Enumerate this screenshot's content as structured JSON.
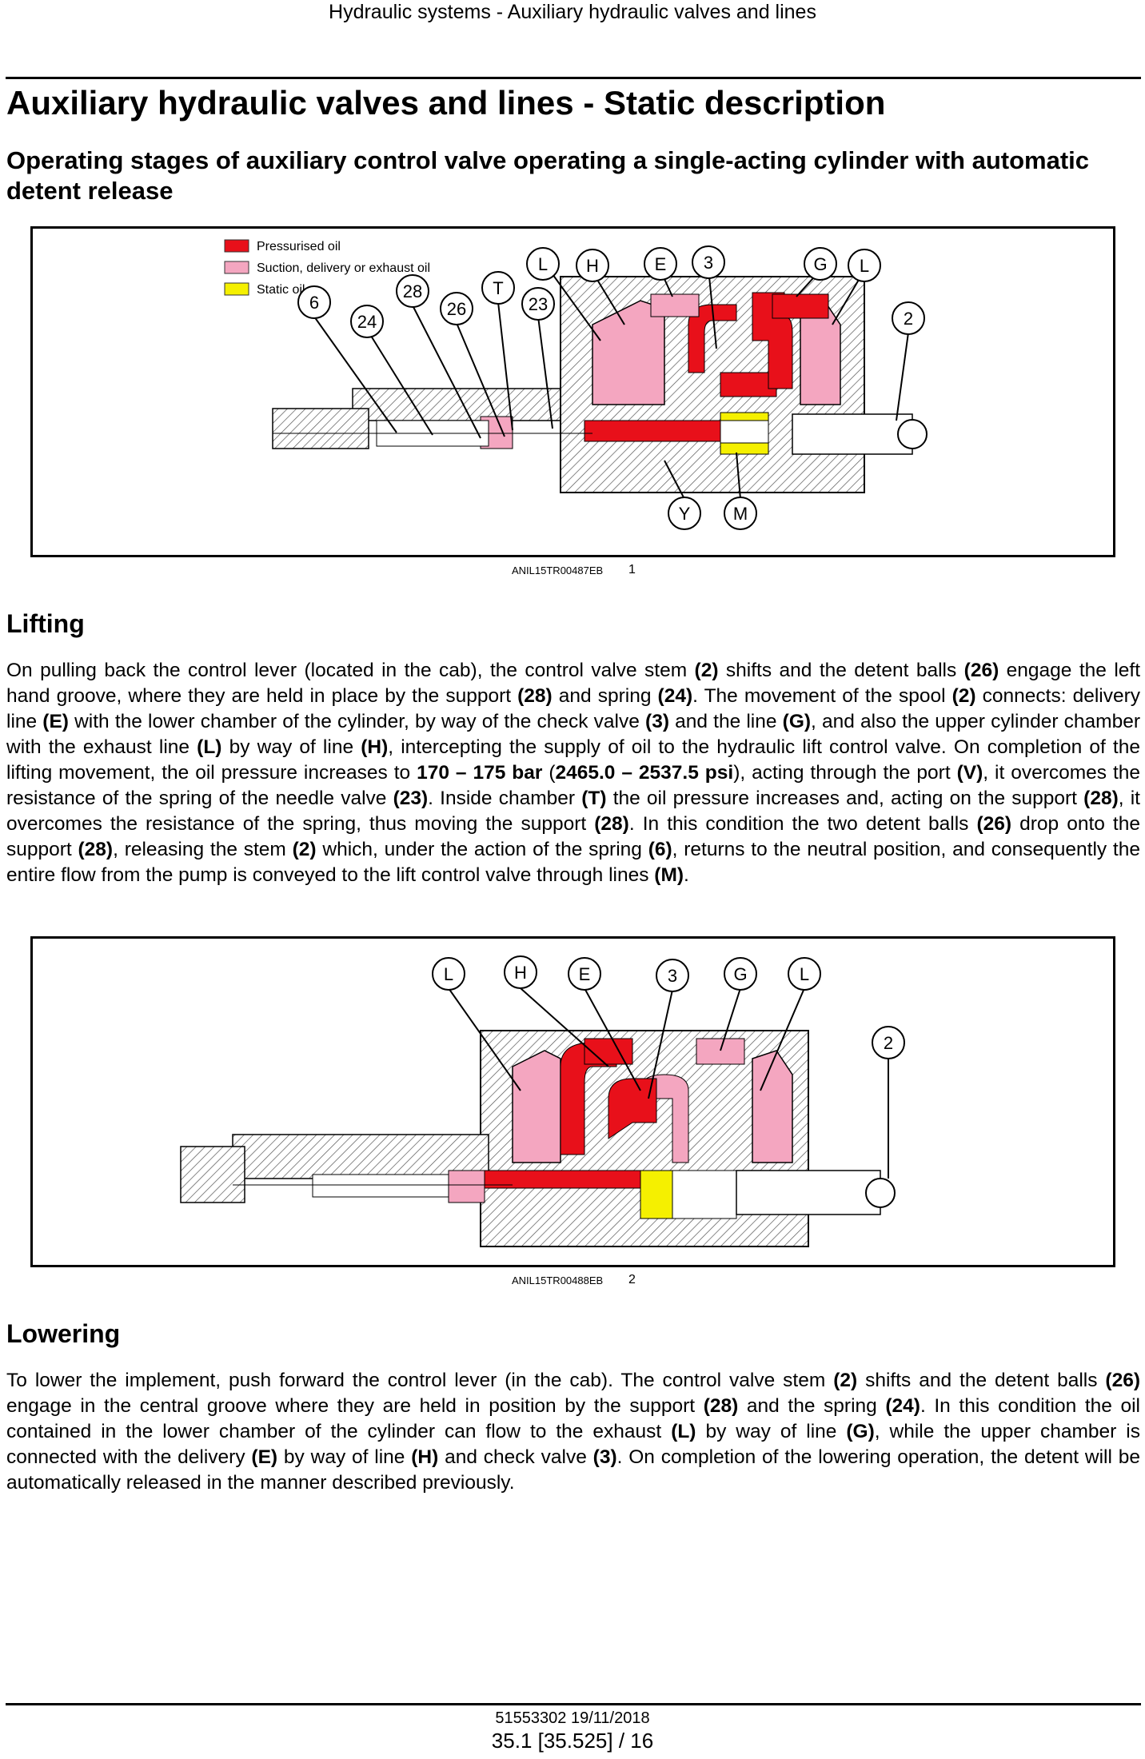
{
  "header": {
    "running_title": "Hydraulic systems - Auxiliary hydraulic valves and lines"
  },
  "page_title": "Auxiliary hydraulic valves and lines - Static description",
  "subtitle": "Operating stages of auxiliary control valve operating a single-acting cylinder with automatic detent release",
  "figure1": {
    "legend": [
      {
        "label": "Pressurised oil",
        "color": "#e8101a"
      },
      {
        "label": "Suction, delivery or exhaust oil",
        "color": "#f4a6c0"
      },
      {
        "label": "Static oil",
        "color": "#f5f000"
      }
    ],
    "callouts": {
      "c6": "6",
      "c24": "24",
      "c28": "28",
      "c26": "26",
      "cT": "T",
      "c23": "23",
      "cL1": "L",
      "cH": "H",
      "cE": "E",
      "c3": "3",
      "cG": "G",
      "cL2": "L",
      "c2": "2",
      "cY": "Y",
      "cM": "M"
    },
    "caption_code": "ANIL15TR00487EB",
    "number": "1"
  },
  "section_lifting": {
    "heading": "Lifting",
    "segments": [
      {
        "t": "On pulling back the control lever (located in the cab), the control valve stem ",
        "b": false
      },
      {
        "t": "(2)",
        "b": true
      },
      {
        "t": " shifts and the detent balls ",
        "b": false
      },
      {
        "t": "(26)",
        "b": true
      },
      {
        "t": " engage the left hand groove, where they are held in place by the support ",
        "b": false
      },
      {
        "t": "(28)",
        "b": true
      },
      {
        "t": " and spring ",
        "b": false
      },
      {
        "t": "(24)",
        "b": true
      },
      {
        "t": ". The movement of the spool ",
        "b": false
      },
      {
        "t": "(2)",
        "b": true
      },
      {
        "t": " connects: delivery line ",
        "b": false
      },
      {
        "t": "(E)",
        "b": true
      },
      {
        "t": " with the lower chamber of the cylinder, by way of the check valve ",
        "b": false
      },
      {
        "t": "(3)",
        "b": true
      },
      {
        "t": " and the line ",
        "b": false
      },
      {
        "t": "(G)",
        "b": true
      },
      {
        "t": ", and also the upper cylinder chamber with the exhaust line ",
        "b": false
      },
      {
        "t": "(L)",
        "b": true
      },
      {
        "t": " by way of line ",
        "b": false
      },
      {
        "t": "(H)",
        "b": true
      },
      {
        "t": ", intercepting the supply of oil to the hydraulic lift control valve. On completion of the lifting movement, the oil pressure increases to ",
        "b": false
      },
      {
        "t": "170 – 175 bar",
        "b": true
      },
      {
        "t": " (",
        "b": false
      },
      {
        "t": "2465.0 – 2537.5 psi",
        "b": true
      },
      {
        "t": "), acting through the port ",
        "b": false
      },
      {
        "t": "(V)",
        "b": true
      },
      {
        "t": ", it overcomes the resistance of the spring of the needle valve ",
        "b": false
      },
      {
        "t": "(23)",
        "b": true
      },
      {
        "t": ". Inside chamber ",
        "b": false
      },
      {
        "t": "(T)",
        "b": true
      },
      {
        "t": " the oil pressure increases and, acting on the support ",
        "b": false
      },
      {
        "t": "(28)",
        "b": true
      },
      {
        "t": ", it overcomes the resistance of the spring, thus moving the support ",
        "b": false
      },
      {
        "t": "(28)",
        "b": true
      },
      {
        "t": ". In this condition the two detent balls ",
        "b": false
      },
      {
        "t": "(26)",
        "b": true
      },
      {
        "t": " drop onto the support ",
        "b": false
      },
      {
        "t": "(28)",
        "b": true
      },
      {
        "t": ", releasing the stem ",
        "b": false
      },
      {
        "t": "(2)",
        "b": true
      },
      {
        "t": " which, under the action of the spring ",
        "b": false
      },
      {
        "t": "(6)",
        "b": true
      },
      {
        "t": ", returns to the neutral position, and consequently the entire flow from the pump is conveyed to the lift control valve through lines ",
        "b": false
      },
      {
        "t": "(M)",
        "b": true
      },
      {
        "t": ".",
        "b": false
      }
    ]
  },
  "figure2": {
    "callouts": {
      "cL1": "L",
      "cH": "H",
      "cE": "E",
      "c3": "3",
      "cG": "G",
      "cL2": "L",
      "c2": "2"
    },
    "caption_code": "ANIL15TR00488EB",
    "number": "2"
  },
  "section_lowering": {
    "heading": "Lowering",
    "segments": [
      {
        "t": "To lower the implement, push forward the control lever (in the cab). The control valve stem ",
        "b": false
      },
      {
        "t": "(2)",
        "b": true
      },
      {
        "t": " shifts and the detent balls ",
        "b": false
      },
      {
        "t": "(26)",
        "b": true
      },
      {
        "t": " engage in the central groove where they are held in position by the support ",
        "b": false
      },
      {
        "t": "(28)",
        "b": true
      },
      {
        "t": " and the spring ",
        "b": false
      },
      {
        "t": "(24)",
        "b": true
      },
      {
        "t": ". In this condition the oil contained in the lower chamber of the cylinder can flow to the exhaust ",
        "b": false
      },
      {
        "t": "(L)",
        "b": true
      },
      {
        "t": " by way of line ",
        "b": false
      },
      {
        "t": "(G)",
        "b": true
      },
      {
        "t": ", while the upper chamber is connected with the delivery ",
        "b": false
      },
      {
        "t": "(E)",
        "b": true
      },
      {
        "t": " by way of line ",
        "b": false
      },
      {
        "t": "(H)",
        "b": true
      },
      {
        "t": " and check valve ",
        "b": false
      },
      {
        "t": "(3)",
        "b": true
      },
      {
        "t": ". On completion of the lowering operation, the detent will be automatically released in the manner described previously.",
        "b": false
      }
    ]
  },
  "footer": {
    "doc_ref": "51553302 19/11/2018",
    "page_ref": "35.1 [35.525] / 16"
  }
}
